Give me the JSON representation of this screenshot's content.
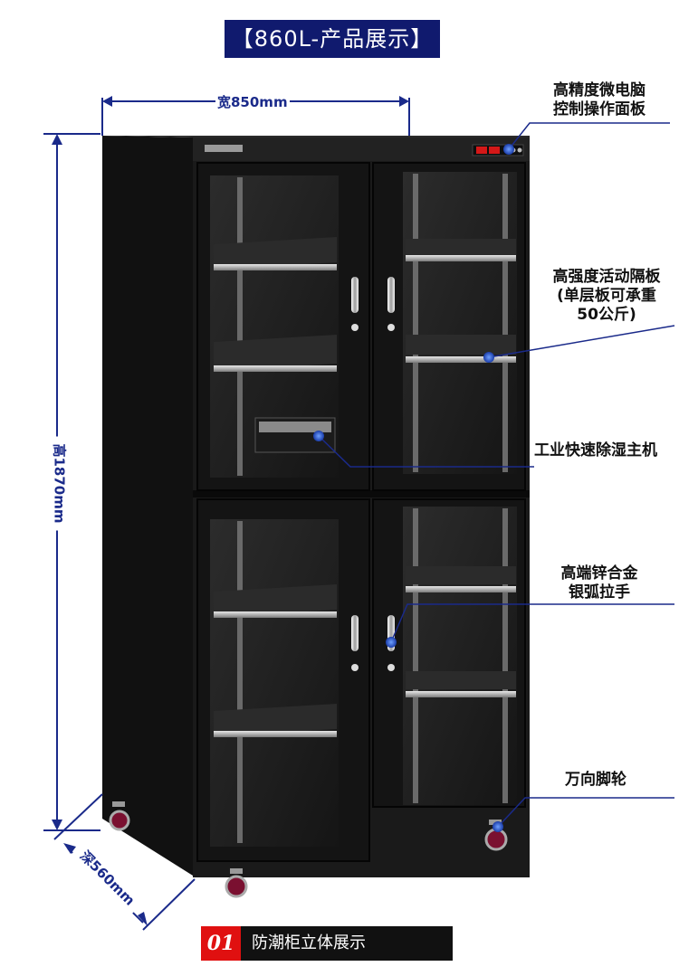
{
  "title": "【860L-产品展示】",
  "dimensions": {
    "width": "宽850mm",
    "height": "高1870mm",
    "depth": "深560mm"
  },
  "callouts": [
    {
      "id": "control-panel",
      "lines": [
        "高精度微电脑",
        "控制操作面板"
      ]
    },
    {
      "id": "shelf",
      "lines": [
        "高强度活动隔板",
        "(单层板可承重",
        "50公斤)"
      ]
    },
    {
      "id": "dehumidifier",
      "lines": [
        "工业快速除湿主机"
      ]
    },
    {
      "id": "handle",
      "lines": [
        "高端锌合金",
        "银弧拉手"
      ]
    },
    {
      "id": "casters",
      "lines": [
        "万向脚轮"
      ]
    }
  ],
  "footer": {
    "number": "01",
    "caption": "防潮柜立体展示"
  },
  "colors": {
    "accent": "#101a6e",
    "line": "#1a2a8a",
    "footer_number_bg": "#e01010",
    "cabinet": "#1a1a1a"
  }
}
